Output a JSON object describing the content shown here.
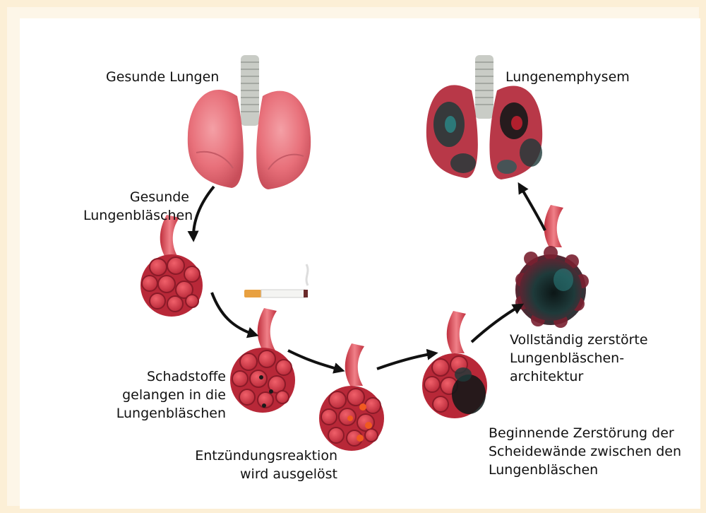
{
  "labels": {
    "healthy_lungs": "Gesunde Lungen",
    "emphysema": "Lungenemphysem",
    "healthy_alveoli": "Gesunde\nLungenbläschen",
    "pollutants": "Schadstoffe\ngelangen in die\nLungenbläschen",
    "inflammation": "Entzündungsreaktion\nwird ausgelöst",
    "beginning_destruction": "Beginnende Zerstörung der\nScheidewände zwischen den\nLungenbläschen",
    "complete_destruction": "Vollständig zerstörte\nLungenbläschen-\narchitektur"
  },
  "colors": {
    "frame": "#fcefd6",
    "lung": "#e8707a",
    "alveoli": "#d8404e",
    "trachea": "#c9ccc6",
    "damage": "#1e3a3a"
  }
}
